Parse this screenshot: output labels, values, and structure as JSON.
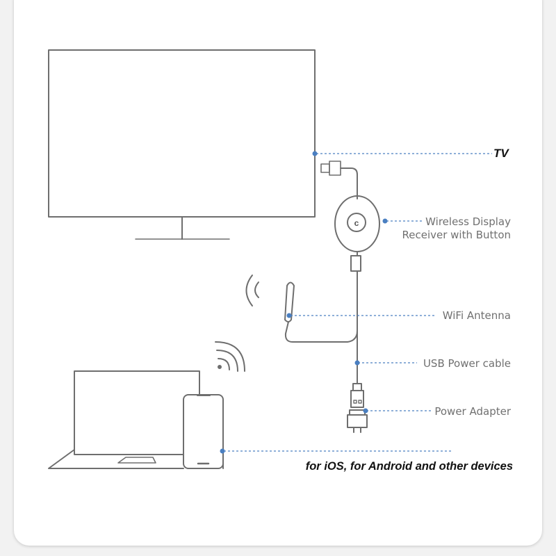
{
  "labels": {
    "tv": "TV",
    "receiver_line1": "Wireless Display",
    "receiver_line2": "Receiver with Button",
    "wifi_antenna": "WiFi Antenna",
    "usb_power_cable": "USB Power cable",
    "power_adapter": "Power Adapter",
    "devices": "for iOS, for Android and other devices"
  },
  "receiver_button_glyph": "c",
  "colors": {
    "leader_line": "#4a7fc1",
    "outline": "#6e6e6e",
    "card": "#ffffff",
    "background": "#f2f2f2"
  },
  "icons": [
    "tv-icon",
    "hdmi-plug-icon",
    "receiver-icon",
    "wifi-antenna-icon",
    "usb-plug-icon",
    "power-adapter-icon",
    "laptop-icon",
    "smartphone-icon",
    "wifi-signal-icon"
  ]
}
